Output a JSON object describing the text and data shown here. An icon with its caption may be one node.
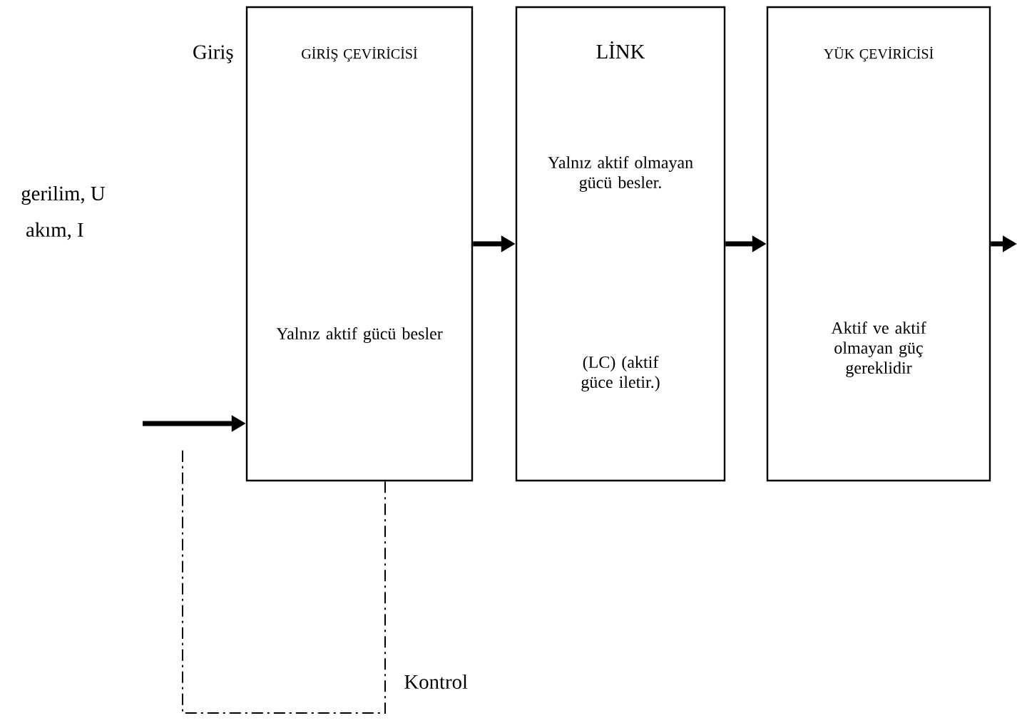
{
  "diagram": {
    "nodes": [
      {
        "text": [
          "GİRİŞ ÇEVİRİCİSİ",
          "Yalnız aktif gücü besler"
        ]
      },
      {
        "text": [
          "LİNK",
          "Yalnız aktif olmayan gücü besler.",
          "(LC) (aktif güce iletir.)"
        ]
      },
      {
        "text": [
          "YÜK ÇEVİRİCİSİ",
          "Aktif ve aktif olmayan güç gereklidir"
        ]
      }
    ],
    "edges": [
      {
        "from": 0,
        "to": 1,
        "arrow": "to"
      },
      {
        "from": 1,
        "to": 2,
        "arrow": "to"
      },
      {
        "from": 2,
        "to": null,
        "arrow": "to"
      },
      {
        "from": null,
        "to": 0,
        "arrow": "to"
      },
      {
        "from": 0,
        "to": null,
        "arrow": "none",
        "style": "dashed",
        "label": "Kontrol"
      }
    ],
    "labels": [
      "Giriş",
      "gerilim, U",
      "akım, I"
    ]
  }
}
